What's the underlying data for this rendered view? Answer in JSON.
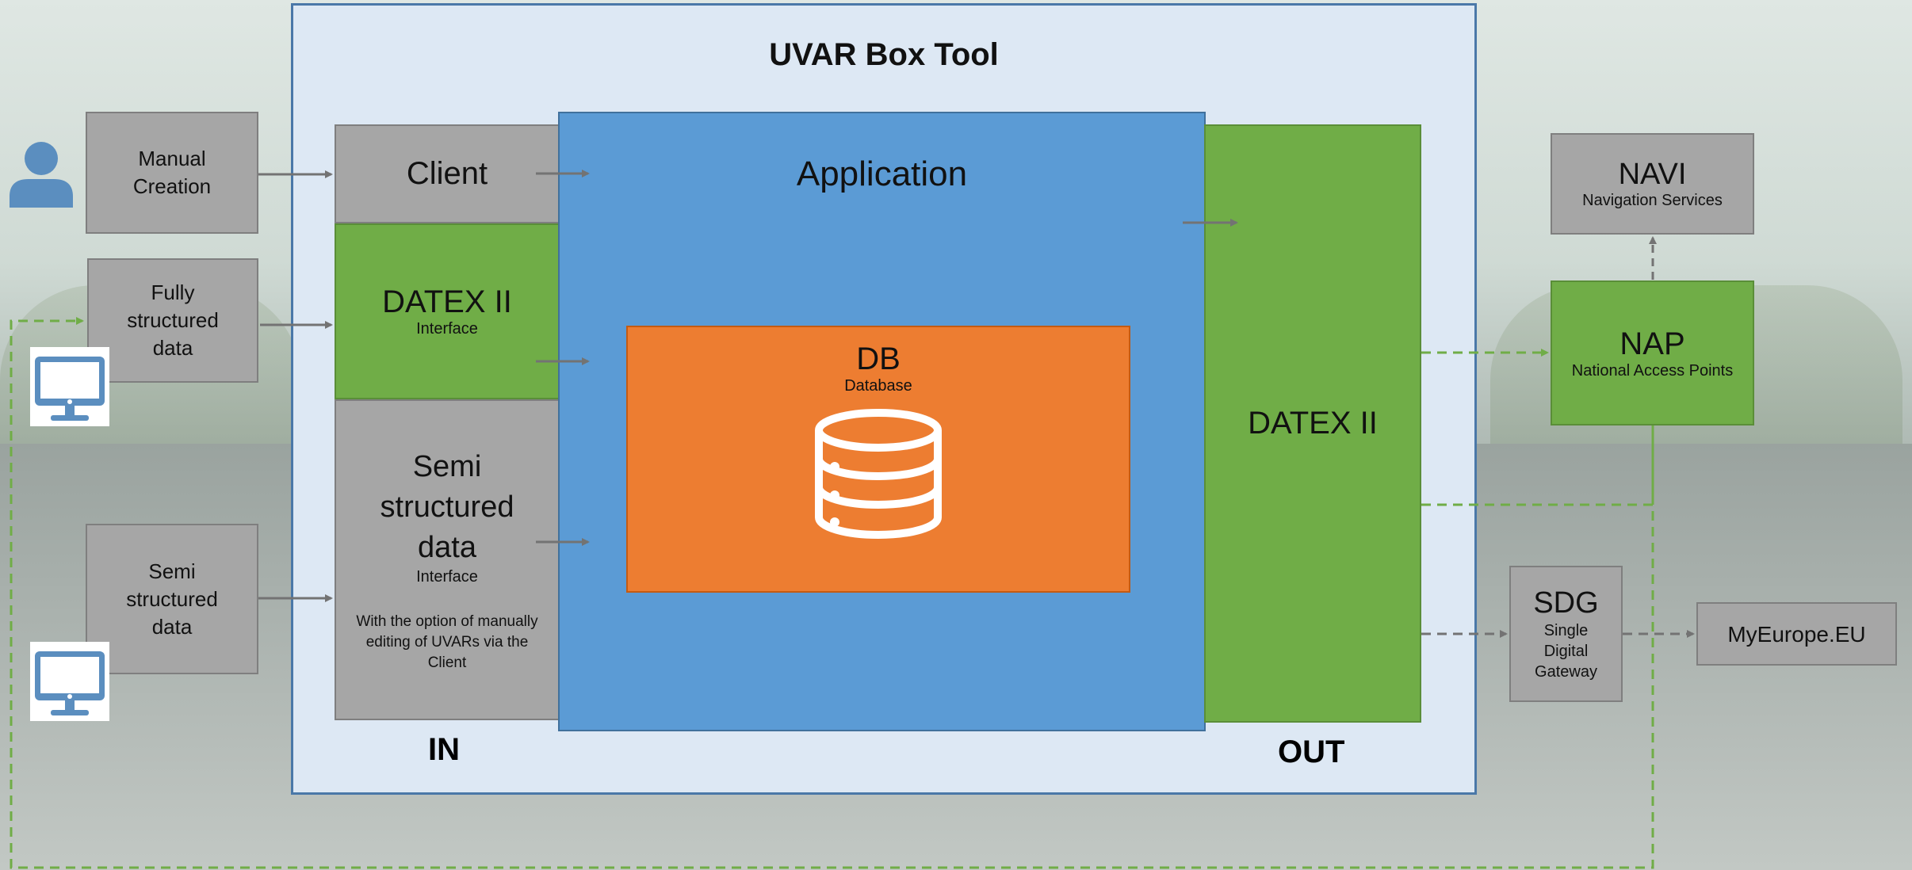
{
  "title": "UVAR Box Tool",
  "sources": {
    "manual": "Manual Creation",
    "fully": "Fully structured data",
    "semi": "Semi structured data"
  },
  "in_column": {
    "client": "Client",
    "datex_title": "DATEX II",
    "datex_sub": "Interface",
    "semi_title": "Semi structured data",
    "semi_sub": "Interface",
    "semi_note": "With the option of manually editing of UVARs via the Client"
  },
  "application": "Application",
  "db": {
    "title": "DB",
    "sub": "Database"
  },
  "out_block": "DATEX II",
  "col_labels": {
    "in": "IN",
    "out": "OUT"
  },
  "outputs": {
    "navi_title": "NAVI",
    "navi_sub": "Navigation Services",
    "nap_title": "NAP",
    "nap_sub": "National Access Points",
    "sdg_title": "SDG",
    "sdg_sub": "Single Digital Gateway",
    "myeurope": "MyEurope.EU"
  },
  "colors": {
    "frame_bg": "#dde8f4",
    "app_blue": "#5b9bd5",
    "db_orange": "#ed7d31",
    "green": "#70ad47",
    "gray": "#a6a6a6",
    "icon_blue": "#5b8ebf",
    "dash_green": "#70ad47"
  },
  "icons": [
    "person-icon",
    "monitor-icon",
    "database-icon"
  ]
}
